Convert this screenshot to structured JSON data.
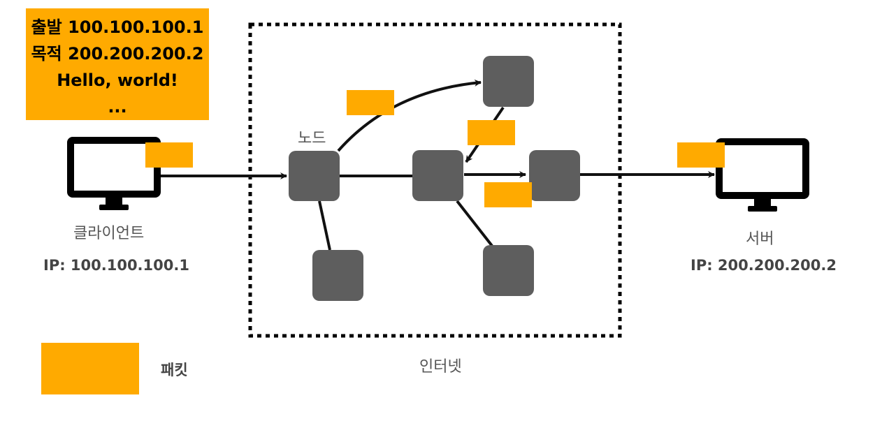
{
  "packet_info": {
    "lines": [
      "출발 100.100.100.1",
      "목적 200.200.200.2",
      "Hello, world!",
      "..."
    ]
  },
  "client": {
    "label": "클라이언트",
    "ip": "IP: 100.100.100.1"
  },
  "server": {
    "label": "서버",
    "ip": "IP: 200.200.200.2"
  },
  "internet": {
    "label": "인터넷",
    "node_label": "노드"
  },
  "legend": {
    "label": "패킷"
  },
  "colors": {
    "packet": "#FFAA00",
    "node": "#5E5E5E",
    "border": "#000000",
    "label_text": "#555555"
  },
  "icons": {
    "client": "monitor-icon",
    "server": "monitor-icon"
  }
}
